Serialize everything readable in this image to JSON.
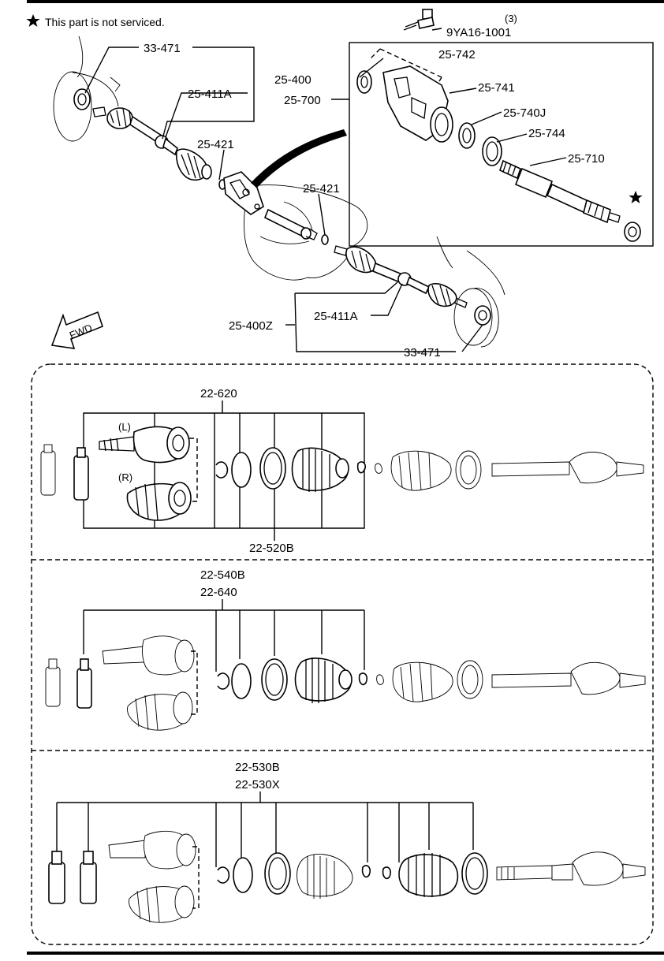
{
  "note": {
    "text": "This part is not serviced."
  },
  "labels": {
    "bolt": "9YA16-1001",
    "bolt_qty": "(3)",
    "seal_left": "33-471",
    "shaft_left": "25-400",
    "joint_left": "25-411A",
    "clip_upper": "25-421",
    "clip_lower": "25-421",
    "joint_shaft": "25-700",
    "cover": "25-742",
    "bracket": "25-741",
    "bearing": "25-740J",
    "snap": "25-744",
    "inter_shaft": "25-710",
    "joint_right": "25-411A",
    "shaft_right": "25-400Z",
    "seal_right": "33-471",
    "fwd": "FWD"
  },
  "kits": [
    {
      "codes": [
        "22-620"
      ],
      "bottom_code": "22-520B",
      "side_left": "(L)",
      "side_right": "(R)"
    },
    {
      "codes": [
        "22-540B",
        "22-640"
      ]
    },
    {
      "codes": [
        "22-530B",
        "22-530X"
      ]
    }
  ]
}
